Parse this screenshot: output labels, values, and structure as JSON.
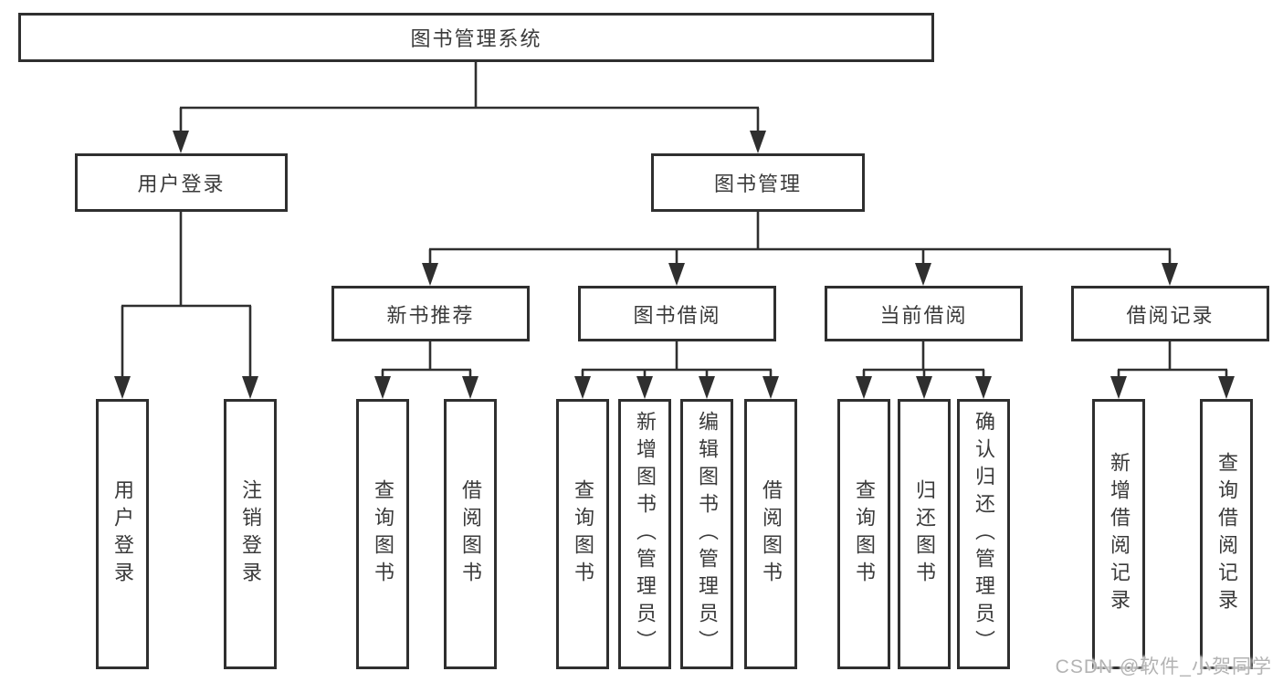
{
  "diagram": {
    "root_label": "图书管理系统",
    "branches": [
      {
        "label": "用户登录",
        "leaves": [
          {
            "label": "用户登录"
          },
          {
            "label": "注销登录"
          }
        ]
      },
      {
        "label": "图书管理",
        "groups": [
          {
            "label": "新书推荐",
            "leaves": [
              {
                "label": "查询图书"
              },
              {
                "label": "借阅图书"
              }
            ]
          },
          {
            "label": "图书借阅",
            "leaves": [
              {
                "label": "查询图书"
              },
              {
                "label": "新增图书（管理员）"
              },
              {
                "label": "编辑图书（管理员）"
              },
              {
                "label": "借阅图书"
              }
            ]
          },
          {
            "label": "当前借阅",
            "leaves": [
              {
                "label": "查询图书"
              },
              {
                "label": "归还图书"
              },
              {
                "label": "确认归还（管理员）"
              }
            ]
          },
          {
            "label": "借阅记录",
            "leaves": [
              {
                "label": "新增借阅记录"
              },
              {
                "label": "查询借阅记录"
              }
            ]
          }
        ]
      }
    ]
  },
  "watermark": {
    "text": "CSDN @软件_小贺同学"
  },
  "colors": {
    "line": "#2f2f2f",
    "box_border": "#2f2f2f",
    "box_background": "#ffffff",
    "text": "#3a3a3a",
    "watermark": "#b3b3b3",
    "page_background": "#ffffff"
  }
}
